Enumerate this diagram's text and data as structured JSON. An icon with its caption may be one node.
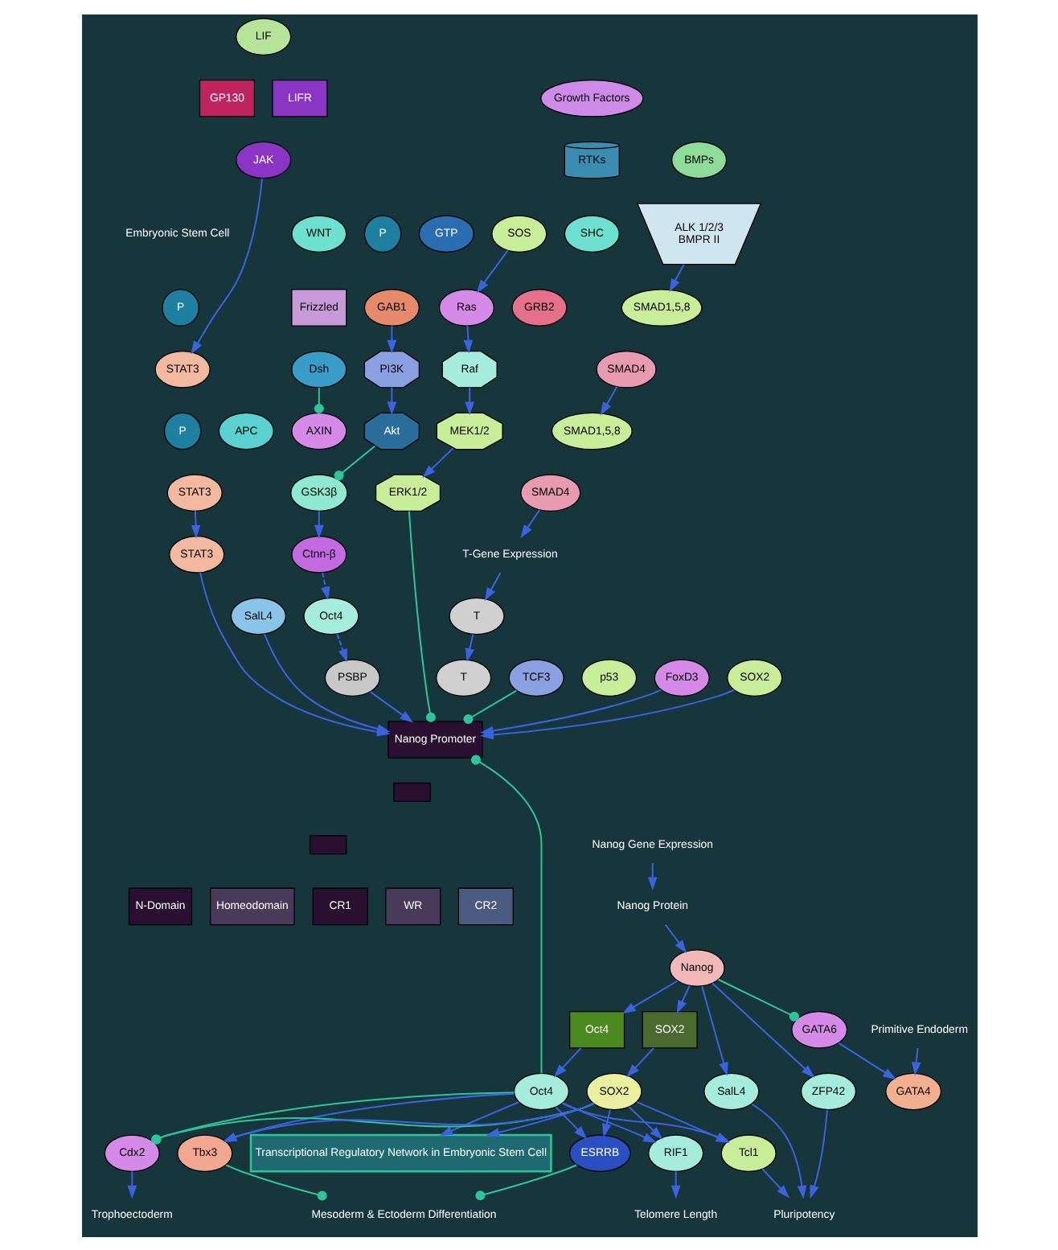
{
  "diagram": {
    "nodes": [
      {
        "text": [
          "LIF"
        ]
      },
      {
        "text": [
          "GP130"
        ]
      },
      {
        "text": [
          "LIFR"
        ]
      },
      {
        "text": [
          "JAK"
        ]
      },
      {
        "text": [
          "P"
        ]
      },
      {
        "text": [
          "GAB1"
        ]
      },
      {
        "text": [
          "PI3K"
        ]
      },
      {
        "text": [
          "Akt"
        ]
      },
      {
        "text": [
          "P"
        ]
      },
      {
        "text": [
          "STAT3"
        ]
      },
      {
        "text": [
          "P"
        ]
      },
      {
        "text": [
          "STAT3"
        ]
      },
      {
        "text": [
          "BMPs"
        ]
      },
      {
        "text": [
          "ALK 1/2/3",
          "BMPR II"
        ]
      },
      {
        "text": [
          "SMAD1,5,8"
        ]
      },
      {
        "text": [
          "SMAD4"
        ]
      },
      {
        "text": [
          "Ras"
        ]
      },
      {
        "text": [
          "GTP"
        ]
      },
      {
        "text": [
          "SOS"
        ]
      },
      {
        "text": [
          "SHC"
        ]
      },
      {
        "text": [
          "GRB2"
        ]
      },
      {
        "text": [
          "Growth Factors"
        ]
      },
      {
        "text": [
          "RTKs"
        ]
      },
      {
        "text": [
          "Raf"
        ]
      },
      {
        "text": [
          "MEK1/2"
        ]
      },
      {
        "text": [
          "ERK1/2"
        ]
      },
      {
        "text": [
          "WNT"
        ]
      },
      {
        "text": [
          "Frizzled"
        ]
      },
      {
        "text": [
          "Dsh"
        ]
      },
      {
        "text": [
          "AXIN"
        ]
      },
      {
        "text": [
          "APC"
        ]
      },
      {
        "text": [
          "GSK3β"
        ]
      },
      {
        "text": [
          "Ctnn-β"
        ]
      },
      {
        "text": [
          "SMAD1,5,8"
        ]
      },
      {
        "text": [
          "SMAD4"
        ]
      },
      {
        "text": [
          "T-Gene Expression"
        ]
      },
      {
        "text": [
          "T"
        ]
      },
      {
        "text": [
          "SalL4"
        ]
      },
      {
        "text": [
          "PSBP"
        ]
      },
      {
        "text": [
          "STAT3"
        ]
      },
      {
        "text": [
          "T"
        ]
      },
      {
        "text": [
          "TCF3"
        ]
      },
      {
        "text": [
          "p53"
        ]
      },
      {
        "text": [
          "FoxD3"
        ]
      },
      {
        "text": [
          "SOX2"
        ]
      },
      {
        "text": [
          "Oct4"
        ]
      },
      {
        "text": [
          "Nanog Gene Expression"
        ]
      },
      {
        "text": [
          "Nanog Promoter"
        ]
      },
      {
        "text": [],
        "shape": "box"
      },
      {
        "text": [],
        "shape": "box"
      },
      {
        "text": [
          "N-Domain"
        ]
      },
      {
        "text": [
          "Homeodomain"
        ]
      },
      {
        "text": [
          "CR1"
        ]
      },
      {
        "text": [
          "WR"
        ]
      },
      {
        "text": [
          "CR2"
        ]
      },
      {
        "text": [
          "Nanog Protein"
        ]
      },
      {
        "text": [
          "Primitive Endoderm"
        ]
      },
      {
        "text": [
          "GATA4"
        ]
      },
      {
        "text": [
          "GATA6"
        ]
      },
      {
        "text": [
          "ZFP42"
        ]
      },
      {
        "text": [
          "SalL4"
        ]
      },
      {
        "text": [
          "Pluripotency"
        ]
      },
      {
        "text": [
          "Tcl1"
        ]
      },
      {
        "text": [
          "Nanog"
        ]
      },
      {
        "text": [
          "Oct4"
        ]
      },
      {
        "text": [
          "SOX2"
        ]
      },
      {
        "text": [
          "Oct4"
        ]
      },
      {
        "text": [
          "SOX2"
        ]
      },
      {
        "text": [
          "Transcriptional Regulatory Network in Embryonic Stem Cell"
        ]
      },
      {
        "text": [
          "Cdx2"
        ]
      },
      {
        "text": [
          "Trophoectoderm"
        ]
      },
      {
        "text": [
          "Tbx3"
        ]
      },
      {
        "text": [
          "ESRRB"
        ]
      },
      {
        "text": [
          "Mesoderm & Ectoderm Differentiation"
        ]
      },
      {
        "text": [
          "RIF1"
        ]
      },
      {
        "text": [
          "Telomere Length"
        ]
      }
    ],
    "edges": [
      {
        "from": 3,
        "to": 9,
        "arrow": "to"
      },
      {
        "from": 5,
        "to": 6,
        "arrow": "to"
      },
      {
        "from": 6,
        "to": 7,
        "arrow": "to"
      },
      {
        "from": 7,
        "to": 31,
        "arrow": "other",
        "color": "#2fc59a"
      },
      {
        "from": 13,
        "to": 14,
        "arrow": "to"
      },
      {
        "from": 15,
        "to": 33,
        "arrow": "to"
      },
      {
        "from": 34,
        "to": 35,
        "arrow": "to"
      },
      {
        "from": 35,
        "to": 36,
        "arrow": "to"
      },
      {
        "from": 36,
        "to": 40,
        "arrow": "to"
      },
      {
        "from": 11,
        "to": 39,
        "arrow": "to"
      },
      {
        "from": 18,
        "to": 16,
        "arrow": "to"
      },
      {
        "from": 16,
        "to": 23,
        "arrow": "to"
      },
      {
        "from": 23,
        "to": 24,
        "arrow": "to"
      },
      {
        "from": 24,
        "to": 25,
        "arrow": "to"
      },
      {
        "from": 25,
        "to": 47,
        "arrow": "other",
        "color": "#2fc59a"
      },
      {
        "from": 28,
        "to": 29,
        "arrow": "other",
        "color": "#2fc59a"
      },
      {
        "from": 31,
        "to": 32,
        "arrow": "to"
      },
      {
        "from": 32,
        "to": 45,
        "arrow": "to",
        "style": "dashed"
      },
      {
        "from": 45,
        "to": 38,
        "arrow": "to",
        "style": "dashed"
      },
      {
        "from": 37,
        "to": 47,
        "arrow": "to"
      },
      {
        "from": 38,
        "to": 47,
        "arrow": "to"
      },
      {
        "from": 39,
        "to": 47,
        "arrow": "to"
      },
      {
        "from": 41,
        "to": 47,
        "arrow": "other",
        "color": "#2fc59a"
      },
      {
        "from": 43,
        "to": 47,
        "arrow": "to"
      },
      {
        "from": 44,
        "to": 47,
        "arrow": "to"
      },
      {
        "from": 66,
        "to": 47,
        "arrow": "other",
        "color": "#2fc59a"
      },
      {
        "from": 46,
        "to": 55,
        "arrow": "to"
      },
      {
        "from": 55,
        "to": 63,
        "arrow": "to"
      },
      {
        "from": 56,
        "to": 57,
        "arrow": "to"
      },
      {
        "from": 58,
        "to": 57,
        "arrow": "to"
      },
      {
        "from": 63,
        "to": 58,
        "arrow": "other",
        "color": "#2fc59a"
      },
      {
        "from": 63,
        "to": 59,
        "arrow": "to"
      },
      {
        "from": 63,
        "to": 60,
        "arrow": "to"
      },
      {
        "from": 59,
        "to": 61,
        "arrow": "to"
      },
      {
        "from": 60,
        "to": 61,
        "arrow": "to"
      },
      {
        "from": 62,
        "to": 61,
        "arrow": "to"
      },
      {
        "from": 63,
        "to": 64,
        "arrow": "to"
      },
      {
        "from": 63,
        "to": 65,
        "arrow": "to"
      },
      {
        "from": 64,
        "to": 66,
        "arrow": "to"
      },
      {
        "from": 65,
        "to": 67,
        "arrow": "to"
      },
      {
        "from": 66,
        "to": 62,
        "arrow": "to"
      },
      {
        "from": 67,
        "to": 62,
        "arrow": "to"
      },
      {
        "from": 66,
        "to": 68,
        "arrow": "to"
      },
      {
        "from": 67,
        "to": 68,
        "arrow": "to"
      },
      {
        "from": 66,
        "to": 69,
        "arrow": "other",
        "color": "#2fc59a"
      },
      {
        "from": 67,
        "to": 69,
        "arrow": "other",
        "color": "#2fc59a"
      },
      {
        "from": 66,
        "to": 71,
        "arrow": "to"
      },
      {
        "from": 67,
        "to": 71,
        "arrow": "to"
      },
      {
        "from": 66,
        "to": 72,
        "arrow": "to"
      },
      {
        "from": 67,
        "to": 72,
        "arrow": "to"
      },
      {
        "from": 66,
        "to": 74,
        "arrow": "to"
      },
      {
        "from": 67,
        "to": 74,
        "arrow": "to"
      },
      {
        "from": 69,
        "to": 70,
        "arrow": "to"
      },
      {
        "from": 71,
        "to": 73,
        "arrow": "other",
        "color": "#2fc59a"
      },
      {
        "from": 72,
        "to": 73,
        "arrow": "other",
        "color": "#2fc59a"
      },
      {
        "from": 74,
        "to": 75,
        "arrow": "to"
      }
    ],
    "labels": [
      "Embryonic Stem Cell"
    ]
  }
}
